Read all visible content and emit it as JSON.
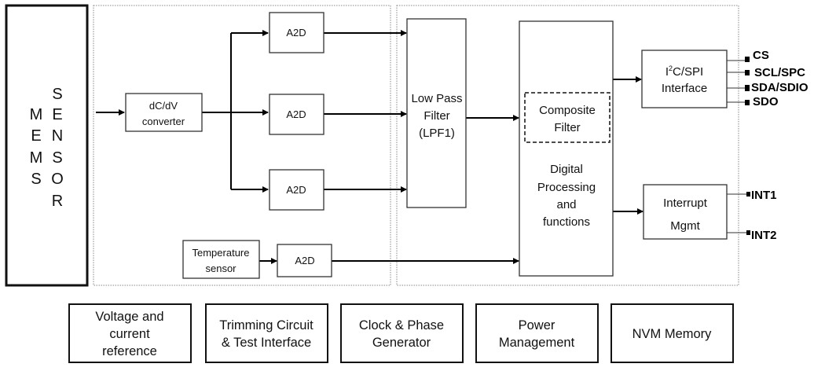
{
  "sensor": {
    "col1": [
      "M",
      "E",
      "M",
      "S"
    ],
    "col2": [
      "S",
      "E",
      "N",
      "S",
      "O",
      "R"
    ]
  },
  "blocks": {
    "dcdv": [
      "dC/dV",
      "converter"
    ],
    "a2d": "A2D",
    "temp": [
      "Temperature",
      "sensor"
    ],
    "lpf": [
      "Low Pass",
      "Filter",
      "(LPF1)"
    ],
    "composite": [
      "Composite",
      "Filter"
    ],
    "digital": [
      "Digital",
      "Processing",
      "and",
      "functions"
    ],
    "i2c": {
      "prefix": "I",
      "sup": "2",
      "rest": "C/SPI",
      "line2": "Interface"
    },
    "interrupt": [
      "Interrupt",
      "Mgmt"
    ]
  },
  "pins": {
    "serial": [
      "CS",
      "SCL/SPC",
      "SDA/SDIO",
      "SDO"
    ],
    "interrupt": [
      "INT1",
      "INT2"
    ]
  },
  "bottom": [
    [
      "Voltage and",
      "current",
      "reference"
    ],
    [
      "Trimming Circuit",
      "& Test Interface"
    ],
    [
      "Clock & Phase",
      "Generator"
    ],
    [
      "Power",
      "Management"
    ],
    [
      "NVM Memory"
    ]
  ]
}
